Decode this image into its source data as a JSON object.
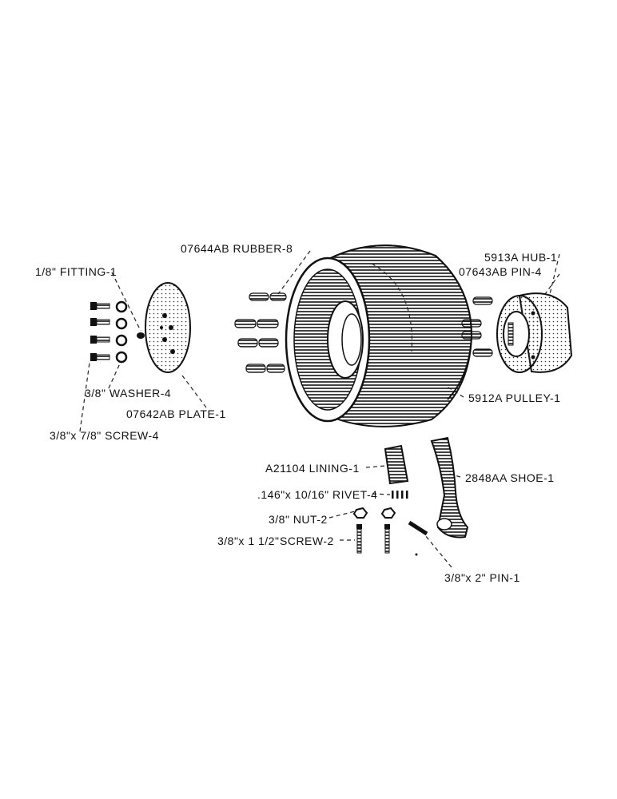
{
  "labels": {
    "rubber": "07644AB RUBBER-8",
    "hub": "5913A HUB-1",
    "pin4": "07643AB PIN-4",
    "fitting": "1/8\" FITTING-1",
    "washer": "3/8\" WASHER-4",
    "plate": "07642AB PLATE-1",
    "screw4": "3/8\"x 7/8\" SCREW-4",
    "pulley": "5912A PULLEY-1",
    "lining": "A21104 LINING-1",
    "shoe": "2848AA SHOE-1",
    "rivet": ".146\"x 10/16\" RIVET-4",
    "nut": "3/8\" NUT-2",
    "screw2_size": "3/8\"x 1 1/2\"",
    "screw2": "SCREW-2",
    "pin1": "3/8\"x 2\" PIN-1"
  },
  "colors": {
    "ink": "#111111",
    "paper": "#ffffff"
  }
}
